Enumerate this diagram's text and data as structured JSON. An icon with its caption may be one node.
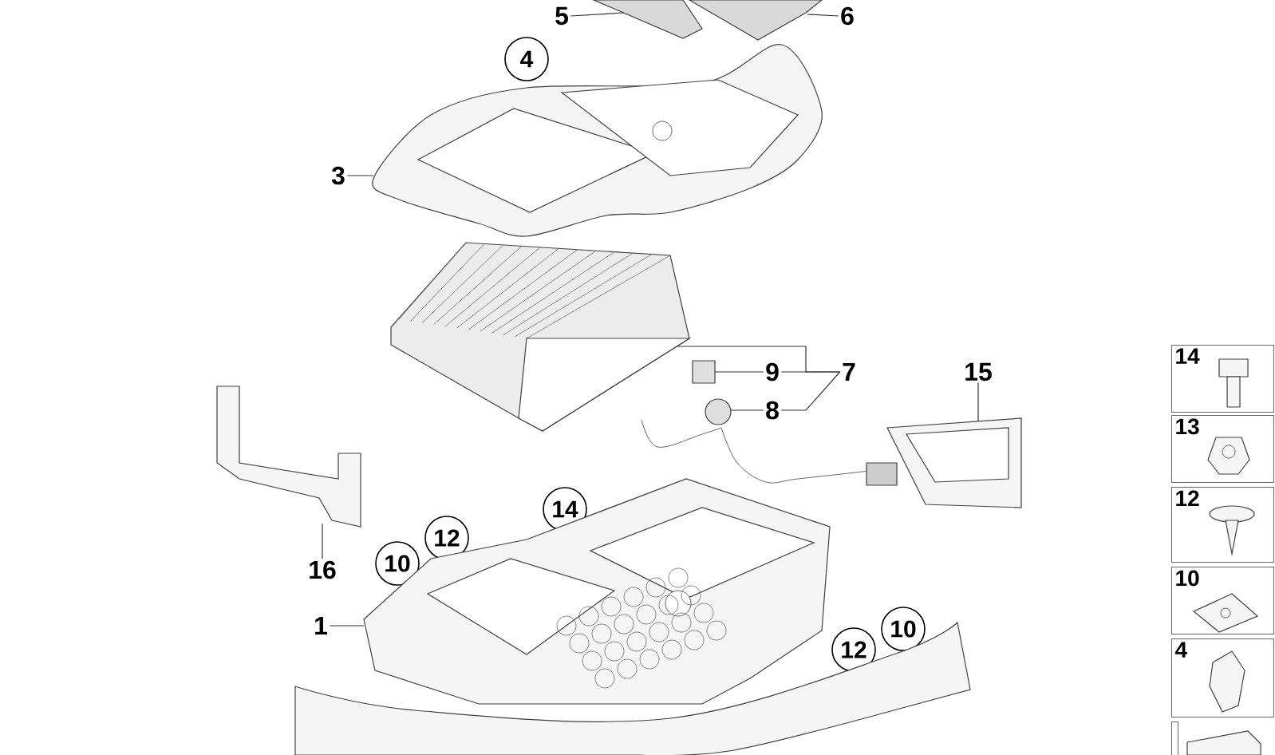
{
  "diagram": {
    "nodes": [
      {
        "text": [
          "5"
        ]
      },
      {
        "text": [
          "6"
        ]
      },
      {
        "text": [
          "4"
        ]
      },
      {
        "text": [
          "3"
        ]
      },
      {
        "text": [
          "9"
        ]
      },
      {
        "text": [
          "7"
        ]
      },
      {
        "text": [
          "8"
        ]
      },
      {
        "text": [
          "15"
        ]
      },
      {
        "text": [
          "16"
        ]
      },
      {
        "text": [
          "14"
        ]
      },
      {
        "text": [
          "12"
        ]
      },
      {
        "text": [
          "10"
        ]
      },
      {
        "text": [
          "1"
        ]
      },
      {
        "text": [
          "12"
        ]
      },
      {
        "text": [
          "10"
        ]
      },
      {
        "text": [
          "14"
        ]
      },
      {
        "text": [
          "13"
        ]
      },
      {
        "text": [
          "12"
        ]
      },
      {
        "text": [
          "10"
        ]
      },
      {
        "text": [
          "4"
        ]
      },
      {
        "text": [],
        "shape": "box"
      },
      {
        "text": [],
        "shape": "picture"
      },
      {
        "text": [],
        "shape": "picture"
      },
      {
        "text": [],
        "shape": "picture"
      },
      {
        "text": [],
        "shape": "picture"
      },
      {
        "text": [],
        "shape": "picture"
      },
      {
        "text": [],
        "shape": "picture"
      },
      {
        "text": [],
        "shape": "picture"
      },
      {
        "text": [],
        "shape": "picture"
      },
      {
        "text": [],
        "shape": "picture"
      },
      {
        "text": [],
        "shape": "picture"
      },
      {
        "text": [],
        "shape": "picture"
      }
    ],
    "edges": [
      {
        "from": 0,
        "to": 21,
        "arrow": "none"
      },
      {
        "from": 1,
        "to": 22,
        "arrow": "none"
      },
      {
        "from": 3,
        "to": 23,
        "arrow": "none"
      },
      {
        "from": 4,
        "to": 25,
        "arrow": "none"
      },
      {
        "from": 4,
        "to": 5,
        "arrow": "none"
      },
      {
        "from": 6,
        "to": 5,
        "arrow": "none"
      },
      {
        "from": 5,
        "to": 24,
        "arrow": "none"
      },
      {
        "from": 6,
        "to": 26,
        "arrow": "none"
      },
      {
        "from": 7,
        "to": 27,
        "arrow": "none"
      },
      {
        "from": 8,
        "to": 28,
        "arrow": "none"
      },
      {
        "from": 12,
        "to": 29,
        "arrow": "none"
      }
    ]
  }
}
